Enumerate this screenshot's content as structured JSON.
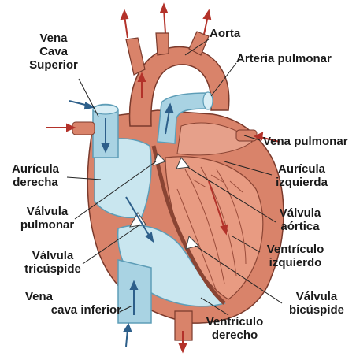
{
  "labels": {
    "vena_cava_superior": [
      "Vena",
      "Cava",
      "Superior"
    ],
    "aorta": "Aorta",
    "arteria_pulmonar": "Arteria pulmonar",
    "vena_pulmonar": "Vena pulmonar",
    "auricula_derecha": [
      "Aurícula",
      "derecha"
    ],
    "auricula_izquierda": [
      "Aurícula",
      "izquierda"
    ],
    "valvula_pulmonar": [
      "Válvula",
      "pulmonar"
    ],
    "valvula_aortica": [
      "Válvula",
      "aórtica"
    ],
    "valvula_tricuspide": [
      "Válvula",
      "tricúspide"
    ],
    "ventriculo_izquierdo": [
      "Ventrículo",
      "izquierdo"
    ],
    "vena_cava_inferior": [
      "Vena",
      "cava inferior"
    ],
    "valvula_bicuspide": [
      "Válvula",
      "bicúspide"
    ],
    "ventriculo_derecho": [
      "Ventrículo",
      "derecho"
    ]
  },
  "colors": {
    "muscle": "#d9836a",
    "muscle_dark": "#b85a44",
    "muscle_light": "#f0b9a5",
    "vessel_blue": "#a9d3e3",
    "vessel_blue_dark": "#5d9db7",
    "chamber_blue": "#c9e6ef",
    "arrow_red": "#b3322a",
    "arrow_blue": "#2d5f8a",
    "leader": "#222222"
  }
}
